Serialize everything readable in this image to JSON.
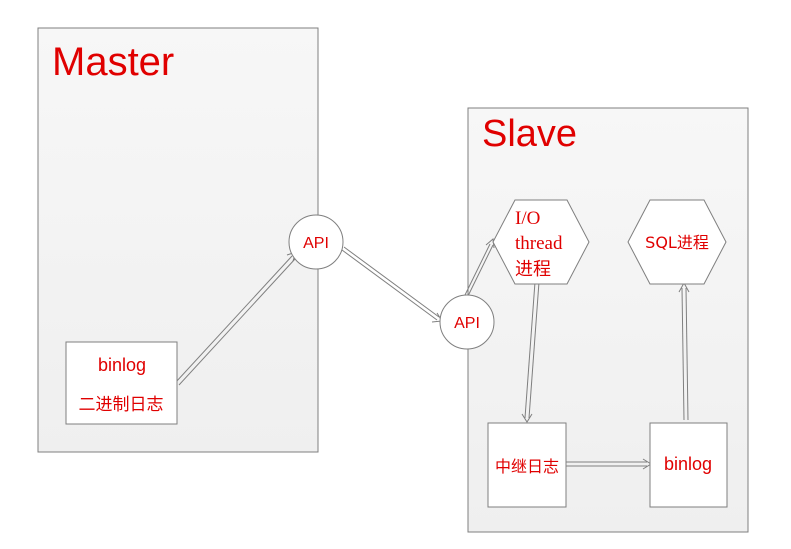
{
  "colors": {
    "label": "#e00000",
    "stroke": "#7f7f7f",
    "panel_fill_top": "#f6f6f6",
    "panel_fill_bottom": "#f0f0f0",
    "shape_fill": "#ffffff"
  },
  "master": {
    "title": "Master",
    "binlog_box": {
      "line1": "binlog",
      "line2": "二进制日志"
    },
    "api": "API"
  },
  "slave": {
    "title": "Slave",
    "api": "API",
    "io_thread": {
      "line1": "I/O",
      "line2": "thread",
      "line3": "进程"
    },
    "sql_thread": "SQL进程",
    "relay_log": "中继日志",
    "binlog": "binlog"
  }
}
